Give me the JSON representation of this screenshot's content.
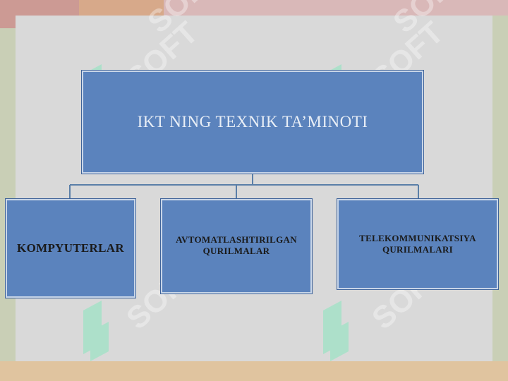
{
  "diagram": {
    "root": {
      "label": "IKT NING TEXNIK TA’MINOTI"
    },
    "children": [
      {
        "label": "KOMPYUTERLAR"
      },
      {
        "label": "AVTOMATLASHTIRILGAN\nQURILMALAR"
      },
      {
        "label": "TELEKOMMUNIKATSIYA\nQURILMALARI"
      }
    ]
  },
  "watermark": {
    "text": "SOFT"
  },
  "colors": {
    "box_fill": "#5b83bd",
    "box_border": "#3f6399",
    "connector": "#5a7fa8",
    "watermark": "#9fe3c6"
  }
}
